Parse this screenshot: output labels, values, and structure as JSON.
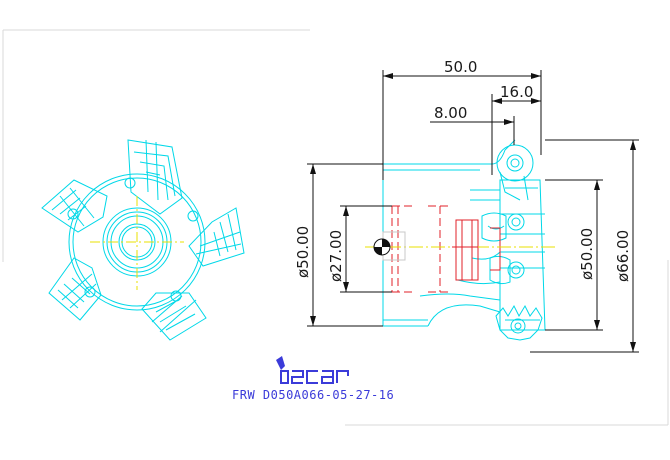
{
  "drawing": {
    "part_code": "FRW D050A066-05-27-16",
    "logo_text": "iscar"
  },
  "dimensions": {
    "overall_length": "50.0",
    "head_length": "16.0",
    "insert_offset": "8.00",
    "bore_diameter": "ø27.00",
    "body_diameter_left": "ø50.00",
    "body_diameter_right": "ø50.00",
    "cutting_diameter": "ø66.00"
  },
  "colors": {
    "outline": "#00d8e8",
    "section": "#e0202a",
    "centerline": "#e8e000",
    "dimension": "#111111",
    "label": "#3b3bd9"
  }
}
